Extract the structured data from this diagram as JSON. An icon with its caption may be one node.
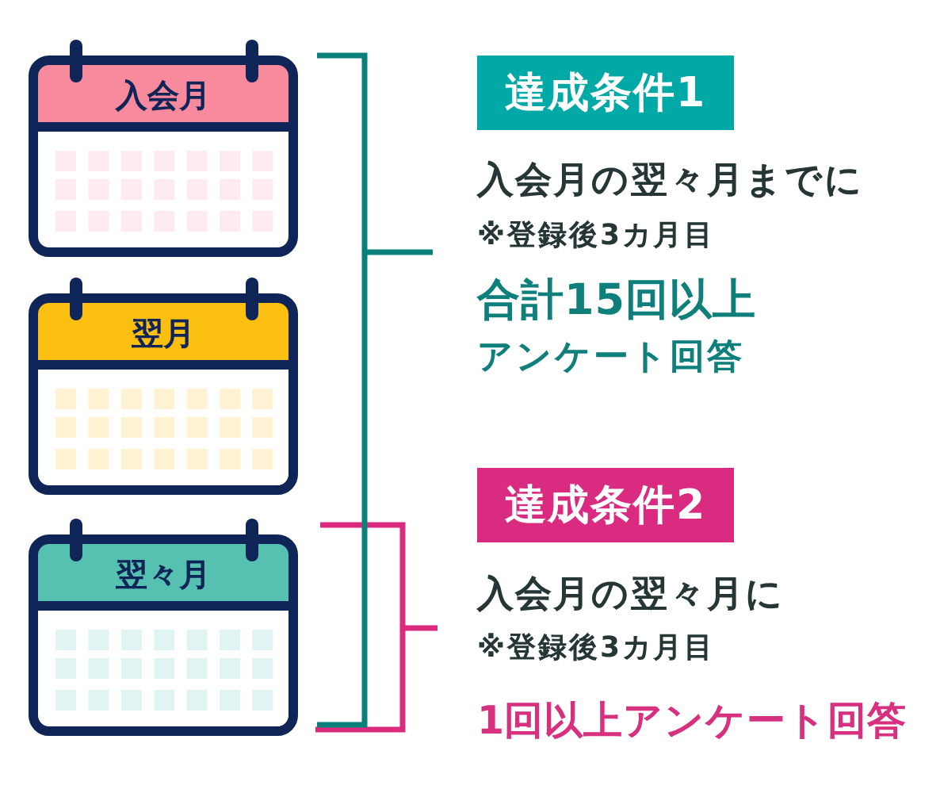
{
  "diagram": {
    "nodes": [
      {
        "text": [
          "入会月"
        ]
      },
      {
        "text": [
          "翌月"
        ]
      },
      {
        "text": [
          "翌々月"
        ]
      },
      {
        "text": [
          "達成条件1"
        ],
        "beside": [
          "入会月の翌々月までに",
          "※登録後3カ月目",
          "合計15回以上",
          "アンケート回答"
        ]
      },
      {
        "text": [
          "達成条件2"
        ],
        "beside": [
          "入会月の翌々月に",
          "※登録後3カ月目",
          "1回以上アンケート回答"
        ]
      }
    ]
  }
}
